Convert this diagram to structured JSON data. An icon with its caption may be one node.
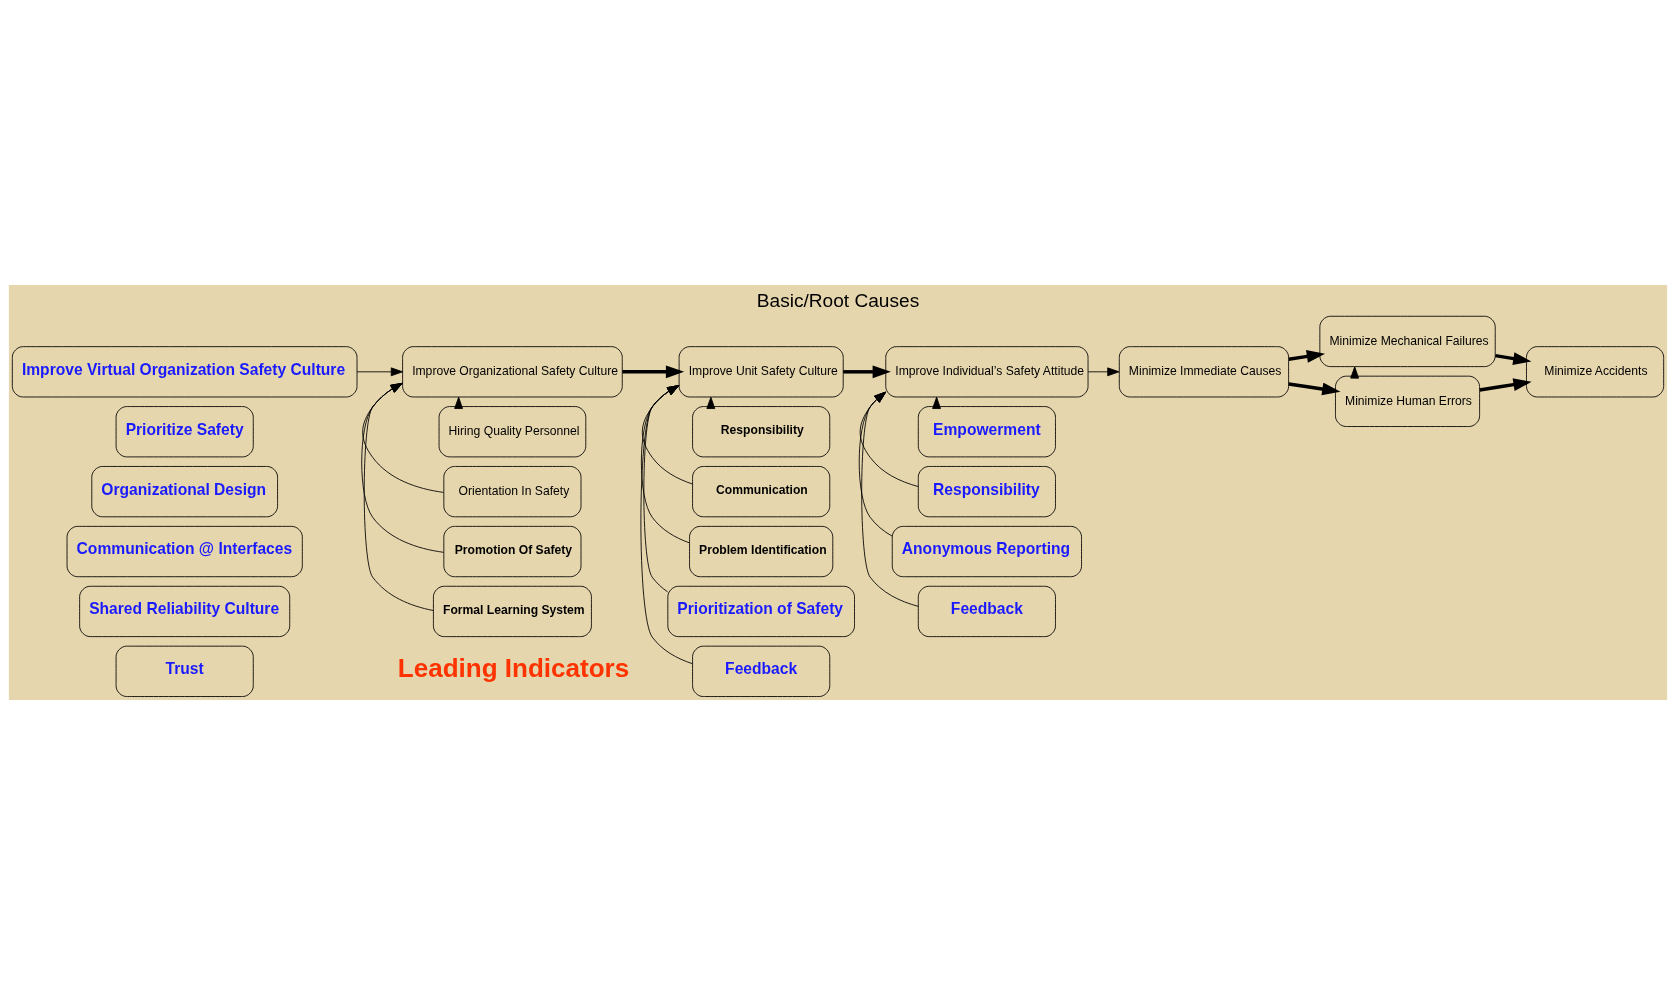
{
  "diagram": {
    "title": "Basic/Root Causes",
    "caption": "Leading Indicators",
    "nodes": [
      {
        "text": [
          "Improve Virtual Organization Safety Culture"
        ]
      },
      {
        "text": [
          "Prioritize Safety"
        ]
      },
      {
        "text": [
          "Organizational Design"
        ]
      },
      {
        "text": [
          "Communication @ Interfaces"
        ]
      },
      {
        "text": [
          "Shared Reliability Culture"
        ]
      },
      {
        "text": [
          "Trust"
        ]
      },
      {
        "text": [
          "Improve Organizational Safety Culture"
        ]
      },
      {
        "text": [
          "Hiring Quality Personnel"
        ]
      },
      {
        "text": [
          "Orientation In Safety"
        ]
      },
      {
        "text": [
          "Promotion Of Safety"
        ]
      },
      {
        "text": [
          "Formal Learning System"
        ]
      },
      {
        "text": [
          "Improve Unit Safety Culture"
        ]
      },
      {
        "text": [
          "Responsibility"
        ]
      },
      {
        "text": [
          "Communication"
        ]
      },
      {
        "text": [
          "Problem Identification"
        ]
      },
      {
        "text": [
          "Prioritization of Safety"
        ]
      },
      {
        "text": [
          "Feedback"
        ]
      },
      {
        "text": [
          "Improve Individual’s Safety Attitude"
        ]
      },
      {
        "text": [
          "Empowerment"
        ]
      },
      {
        "text": [
          "Responsibility"
        ]
      },
      {
        "text": [
          "Anonymous Reporting"
        ]
      },
      {
        "text": [
          "Feedback"
        ]
      },
      {
        "text": [
          "Minimize Immediate Causes"
        ]
      },
      {
        "text": [
          "Minimize Mechanical Failures"
        ]
      },
      {
        "text": [
          "Minimize Human Errors"
        ]
      },
      {
        "text": [
          "Minimize Accidents"
        ]
      }
    ],
    "edges": [
      {
        "from": 0,
        "to": 6,
        "arrow": "to"
      },
      {
        "from": 7,
        "to": 6,
        "arrow": "to"
      },
      {
        "from": 8,
        "to": 6,
        "arrow": "to"
      },
      {
        "from": 9,
        "to": 6,
        "arrow": "to"
      },
      {
        "from": 10,
        "to": 6,
        "arrow": "to"
      },
      {
        "from": 6,
        "to": 11,
        "arrow": "to",
        "style": "thick"
      },
      {
        "from": 12,
        "to": 11,
        "arrow": "to"
      },
      {
        "from": 13,
        "to": 11,
        "arrow": "to"
      },
      {
        "from": 14,
        "to": 11,
        "arrow": "to"
      },
      {
        "from": 15,
        "to": 11,
        "arrow": "to"
      },
      {
        "from": 16,
        "to": 11,
        "arrow": "to"
      },
      {
        "from": 11,
        "to": 17,
        "arrow": "to",
        "style": "thick"
      },
      {
        "from": 18,
        "to": 17,
        "arrow": "to"
      },
      {
        "from": 19,
        "to": 17,
        "arrow": "to"
      },
      {
        "from": 20,
        "to": 17,
        "arrow": "to"
      },
      {
        "from": 21,
        "to": 17,
        "arrow": "to"
      },
      {
        "from": 17,
        "to": 22,
        "arrow": "to"
      },
      {
        "from": 22,
        "to": 23,
        "arrow": "to",
        "style": "thick"
      },
      {
        "from": 22,
        "to": 24,
        "arrow": "to",
        "style": "thick"
      },
      {
        "from": 24,
        "to": 23,
        "arrow": "to"
      },
      {
        "from": 23,
        "to": 25,
        "arrow": "to",
        "style": "thick"
      },
      {
        "from": 24,
        "to": 25,
        "arrow": "to",
        "style": "thick"
      }
    ]
  }
}
